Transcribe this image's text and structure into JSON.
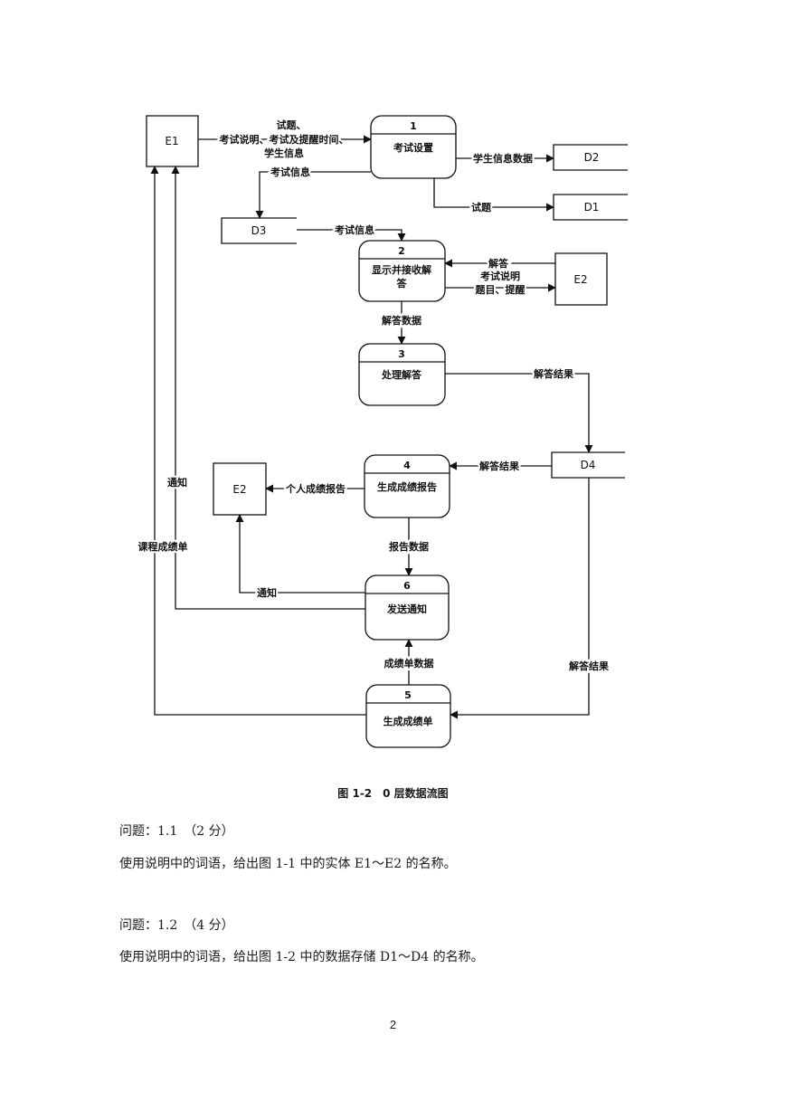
{
  "diagram": {
    "entities": {
      "e1": "E1",
      "e2_right": "E2",
      "e2_left": "E2"
    },
    "stores": {
      "d1": "D1",
      "d2": "D2",
      "d3": "D3",
      "d4": "D4"
    },
    "processes": [
      {
        "num": "1",
        "label_lines": [
          "考试设置"
        ]
      },
      {
        "num": "2",
        "label_lines": [
          "显示并接收解",
          "答"
        ]
      },
      {
        "num": "3",
        "label_lines": [
          "处理解答"
        ]
      },
      {
        "num": "4",
        "label_lines": [
          "生成成绩报告"
        ]
      },
      {
        "num": "5",
        "label_lines": [
          "生成成绩单"
        ]
      },
      {
        "num": "6",
        "label_lines": [
          "发送通知"
        ]
      }
    ],
    "flows": {
      "e1_to_p1": [
        "试题、",
        "考试说明、考试及提醒时间、",
        "学生信息"
      ],
      "p1_to_d2": "学生信息数据",
      "p1_to_d1": "试题",
      "p1_to_d3": "考试信息",
      "d3_to_p2": "考试信息",
      "e2_to_p2": "解答",
      "p2_to_e2": [
        "考试说明",
        "题目、提醒"
      ],
      "p2_to_p3": "解答数据",
      "p3_to_d4": "解答结果",
      "d4_to_p4": "解答结果",
      "p4_to_e2": "个人成绩报告",
      "p4_to_p6": "报告数据",
      "p6_to_e2": "通知",
      "p6_to_e1": "通知",
      "p5_to_e1": "课程成绩单",
      "p5_to_p6": "成绩单数据",
      "d4_to_p5": "解答结果"
    },
    "caption": "图 1-2　0 层数据流图"
  },
  "questions": [
    {
      "title": "问题：1.1　（2 分）",
      "text": "使用说明中的词语，给出图 1-1 中的实体 E1～E2 的名称。"
    },
    {
      "title": "问题：1.2　（4 分）",
      "text": "使用说明中的词语，给出图 1-2 中的数据存储 D1～D4 的名称。"
    }
  ],
  "page_number": "2"
}
